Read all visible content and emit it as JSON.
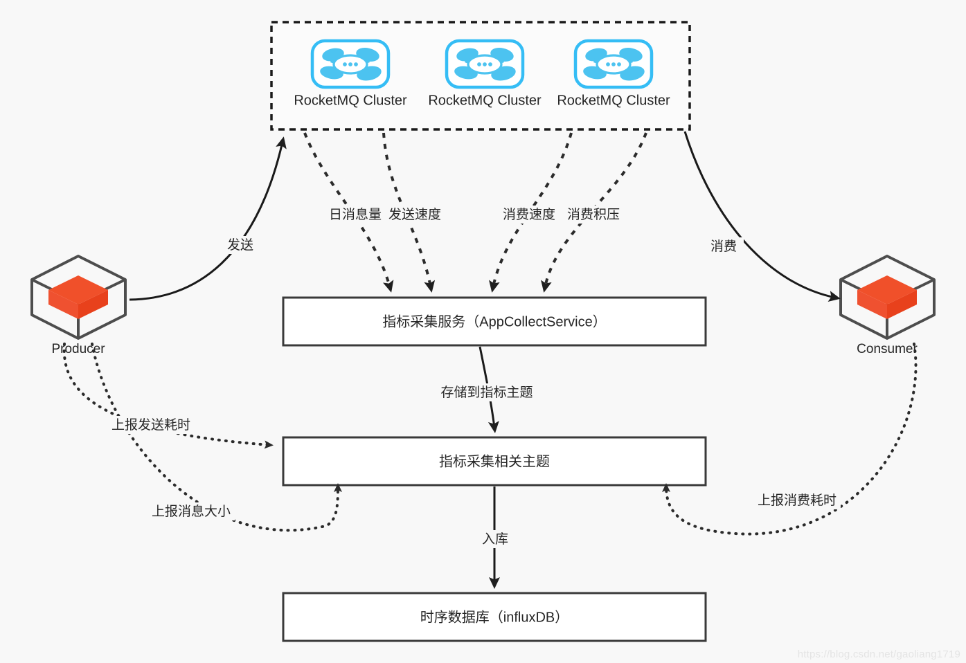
{
  "diagram": {
    "title": "RocketMQ metrics collection architecture",
    "colors": {
      "cube_orange": "#f0502a",
      "icon_blue": "#4cc3f0",
      "line_dark": "#1a1a1a",
      "box_white": "#ffffff",
      "background": "#f8f8f8"
    },
    "cluster_group": {
      "name": "rocketmq-cluster-group",
      "clusters": [
        {
          "label": "RocketMQ Cluster",
          "icon": "rocketmq-icon"
        },
        {
          "label": "RocketMQ Cluster",
          "icon": "rocketmq-icon"
        },
        {
          "label": "RocketMQ Cluster",
          "icon": "rocketmq-icon"
        }
      ]
    },
    "nodes": [
      {
        "id": "producer",
        "label": "Producer",
        "icon": "cube-icon"
      },
      {
        "id": "consumer",
        "label": "Consumer",
        "icon": "cube-icon"
      }
    ],
    "boxes": [
      {
        "id": "collect-service",
        "label": "指标采集服务（AppCollectService）"
      },
      {
        "id": "metrics-topic",
        "label": "指标采集相关主题"
      },
      {
        "id": "influxdb",
        "label": "时序数据库（influxDB）"
      }
    ],
    "edge_labels": {
      "send": "发送",
      "consume": "消费",
      "daily_message_count": "日消息量",
      "send_speed": "发送速度",
      "consume_speed": "消费速度",
      "consume_backlog": "消费积压",
      "store_to_topic": "存储到指标主题",
      "report_send_cost": "上报发送耗时",
      "report_message_size": "上报消息大小",
      "report_consume_cost": "上报消费耗时",
      "persist": "入库"
    },
    "watermark": "https://blog.csdn.net/gaoliang1719"
  }
}
